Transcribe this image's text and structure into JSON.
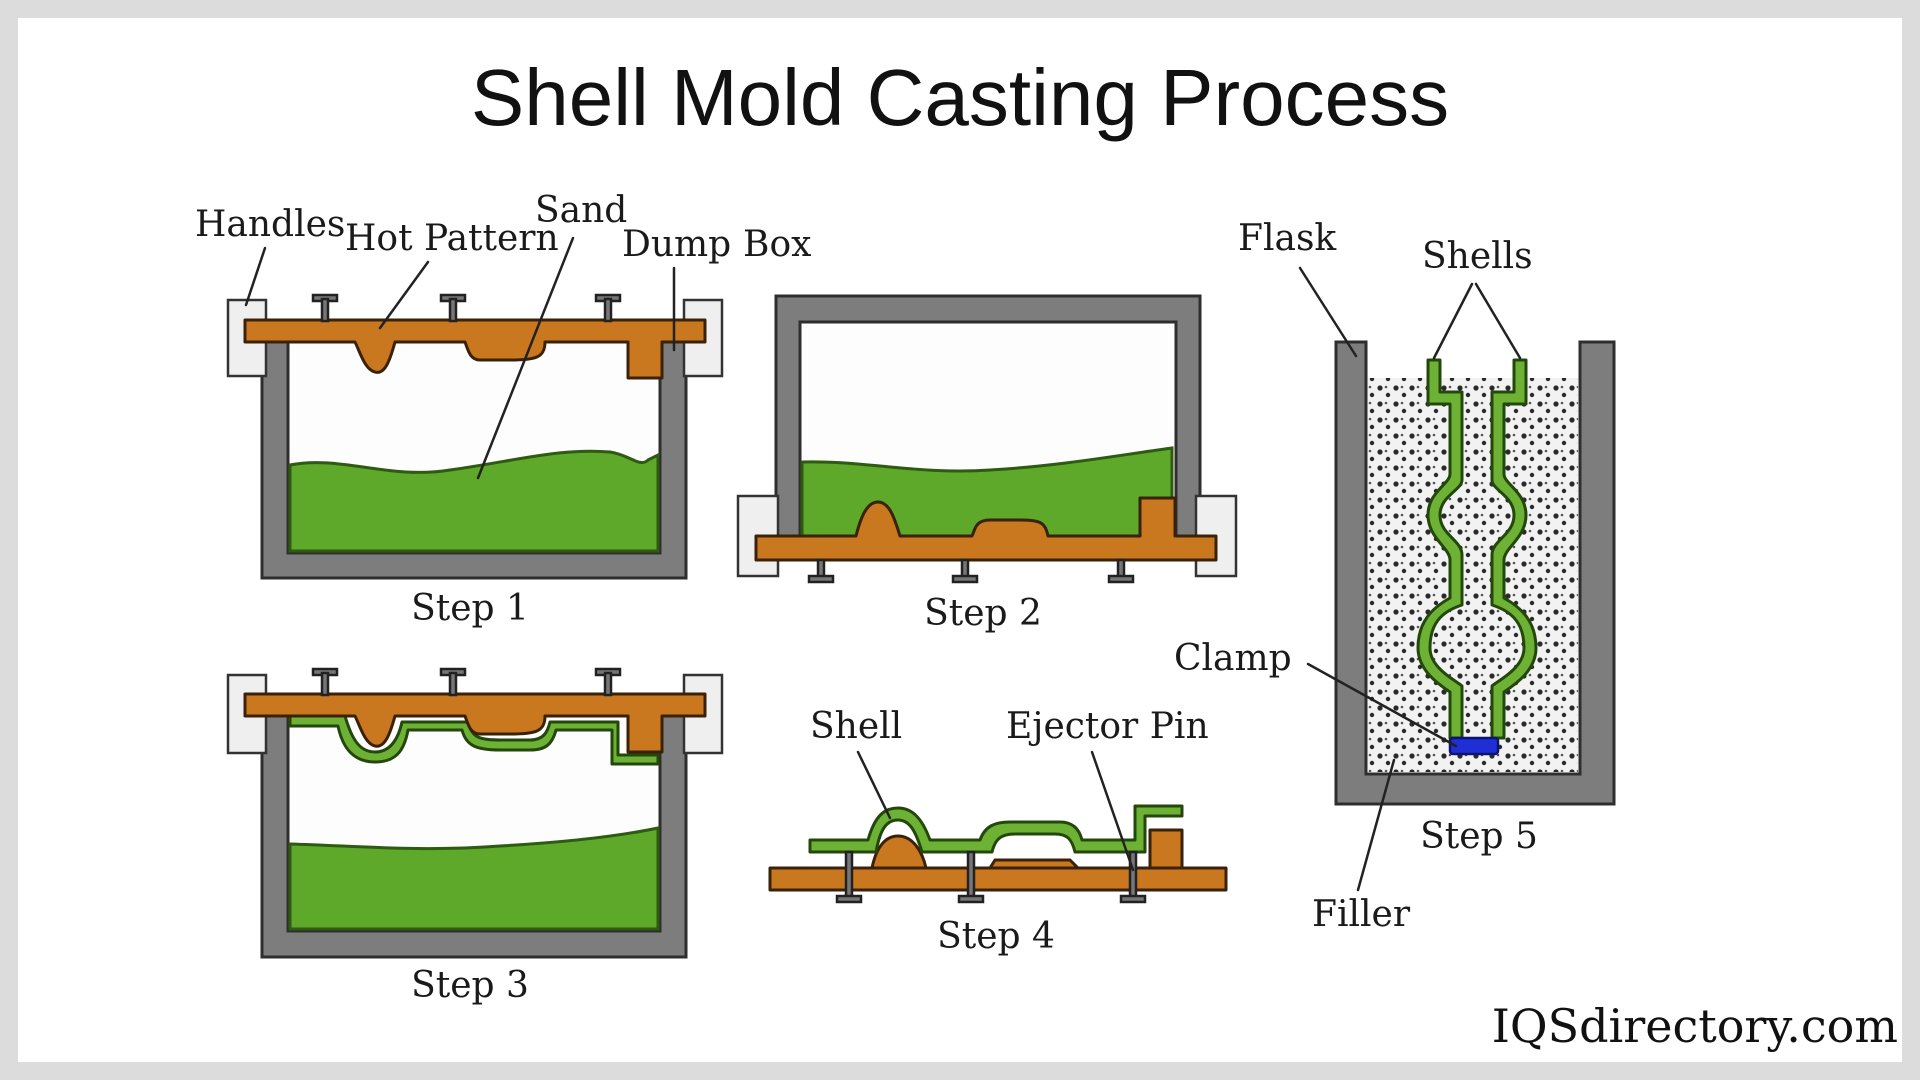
{
  "title": "Shell Mold Casting Process",
  "brand": "IQSdirectory.com",
  "steps": {
    "step1": "Step 1",
    "step2": "Step 2",
    "step3": "Step 3",
    "step4": "Step 4",
    "step5": "Step 5"
  },
  "labels": {
    "handles": "Handles",
    "hot_pattern": "Hot Pattern",
    "sand": "Sand",
    "dump": "Dump",
    "box": "Box",
    "flask": "Flask",
    "shells": "Shells",
    "clamp": "Clamp",
    "filler": "Filler",
    "shell": "Shell",
    "ejector_pin": "Ejector Pin"
  },
  "colors": {
    "background": "#dcdcdc",
    "panel": "#ffffff",
    "steel": "#7d7d7d",
    "pattern": "#c9781f",
    "sand": "#5ea82a",
    "clamp": "#1f2fd6"
  }
}
